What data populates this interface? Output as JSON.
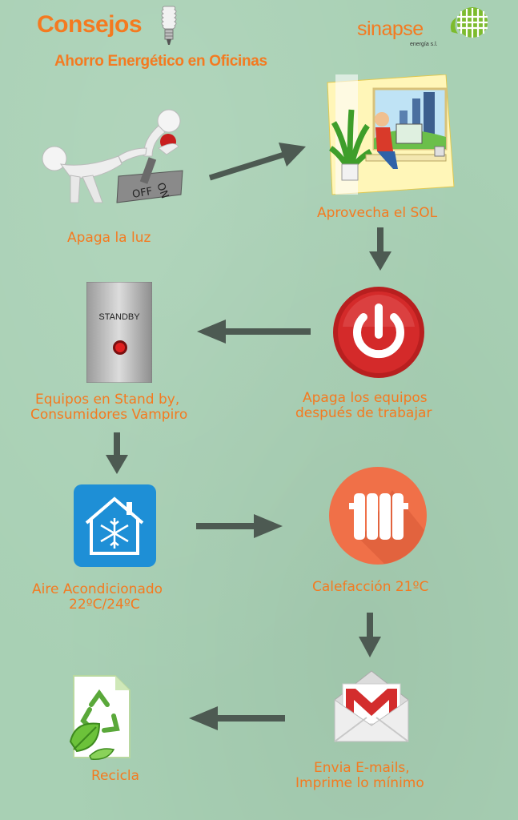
{
  "header": {
    "title": "Consejos",
    "subtitle": "Ahorro Energético en Oficinas"
  },
  "logo": {
    "name": "sinapse",
    "tagline": "energía s.l."
  },
  "steps": [
    {
      "id": "lights",
      "label": "Apaga la luz",
      "icon": "light-switch-icon"
    },
    {
      "id": "sun",
      "label": "Aprovecha el SOL",
      "icon": "office-sunlight-icon"
    },
    {
      "id": "power",
      "label_line1": "Apaga los equipos",
      "label_line2": "después de trabajar",
      "icon": "power-button-icon"
    },
    {
      "id": "standby",
      "label_line1": "Equipos en Stand by,",
      "label_line2": "Consumidores Vampiro",
      "icon": "standby-panel-icon",
      "panel_text": "STANDBY"
    },
    {
      "id": "ac",
      "label_line1": "Aire Acondicionado",
      "label_line2": "22ºC/24ºC",
      "icon": "snowflake-house-icon"
    },
    {
      "id": "heating",
      "label": "Calefacción 21ºC",
      "icon": "radiator-icon"
    },
    {
      "id": "email",
      "label_line1": "Envia E-mails,",
      "label_line2": "Imprime lo mínimo",
      "icon": "gmail-envelope-icon"
    },
    {
      "id": "recycle",
      "label": "Recicla",
      "icon": "recycle-document-icon"
    }
  ],
  "colors": {
    "background": "#a8d0b4",
    "accent": "#f47a20",
    "arrow": "#4d5a52",
    "power_red": "#d42a2a",
    "ac_blue": "#1e8fd6",
    "radiator_orange": "#f07048",
    "logo_green": "#7dbb2e"
  }
}
